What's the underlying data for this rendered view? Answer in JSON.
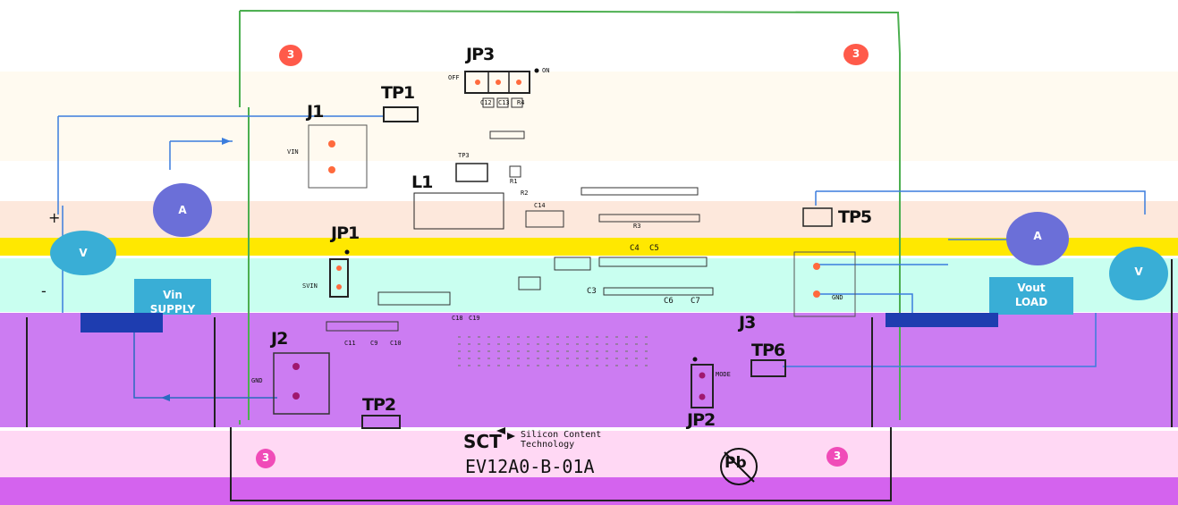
{
  "board": {
    "name": "EV12A0-B-01A",
    "logo_text": "SCT",
    "company_line1": "Silicon Content",
    "company_line2": "Technology",
    "pb_free_mark": "Pb"
  },
  "meters": {
    "vin_ammeter": "A",
    "vin_voltmeter": "V",
    "vout_ammeter": "A",
    "vout_voltmeter": "V"
  },
  "terminals": {
    "vin_supply_line1": "Vin",
    "vin_supply_line2": "SUPPLY",
    "vout_load_line1": "Vout",
    "vout_load_line2": "LOAD",
    "plus": "+",
    "minus": "-"
  },
  "refdes": {
    "J1": "J1",
    "J2": "J2",
    "J3": "J3",
    "JP1": "JP1",
    "JP2": "JP2",
    "JP3": "JP3",
    "TP1": "TP1",
    "TP2": "TP2",
    "TP3": "TP3",
    "TP5": "TP5",
    "TP6": "TP6",
    "L1": "L1",
    "R1": "R1",
    "R2": "R2",
    "R3": "R3",
    "R4": "R4",
    "C3": "C3",
    "C4": "C4",
    "C5": "C5",
    "C6": "C6",
    "C7": "C7",
    "C9": "C9",
    "C10": "C10",
    "C11": "C11",
    "C12": "C12",
    "C13": "C13",
    "C14": "C14",
    "C18": "C18",
    "C19": "C19"
  },
  "silk": {
    "off": "OFF",
    "on": "ON",
    "vin": "VIN",
    "svin": "SVIN",
    "gnd_left": "GND",
    "gnd_right": "GND",
    "mode": "MODE"
  },
  "mounting_hole": "3",
  "colors": {
    "board_outline": "#4caf50",
    "meter": "#39aed6",
    "terminal_box": "#1e88c8",
    "pad": "#ff6a3d",
    "wire": "#3b7ddd",
    "band_yellow": "#ffe800",
    "band_cyan": "#c9fff0",
    "band_purple": "#cc7cf2",
    "band_peach": "#fde8dc",
    "band_pink": "#ffd8f4"
  }
}
